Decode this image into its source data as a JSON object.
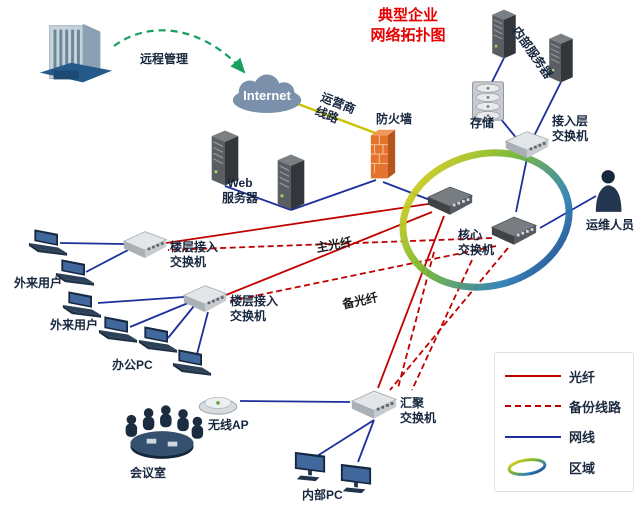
{
  "title": "典型企业\n网络拓扑图",
  "nodes": {
    "remote_management": {
      "label": "远程管理"
    },
    "internet": {
      "label": "Internet"
    },
    "carrier_line": {
      "label": "运营商\n线路"
    },
    "firewall": {
      "label": "防火墙"
    },
    "web_server": {
      "label": "Web\n服务器"
    },
    "internal_server": {
      "label": "内部服务器"
    },
    "storage": {
      "label": "存储"
    },
    "access_layer_switch": {
      "label": "接入层\n交换机"
    },
    "ops_staff": {
      "label": "运维人员"
    },
    "core_switch": {
      "label": "核心\n交换机"
    },
    "floor_access_switch_1": {
      "label": "楼层接入\n交换机"
    },
    "floor_access_switch_2": {
      "label": "楼层接入\n交换机"
    },
    "external_users_1": {
      "label": "外来用户"
    },
    "external_users_2": {
      "label": "外来用户"
    },
    "office_pc": {
      "label": "办公PC"
    },
    "wireless_ap": {
      "label": "无线AP"
    },
    "conference_room": {
      "label": "会议室"
    },
    "aggregation_switch": {
      "label": "汇聚\n交换机"
    },
    "internal_pc": {
      "label": "内部PC"
    }
  },
  "edge_labels": {
    "main_fiber": "主光纤",
    "backup_fiber": "备光纤"
  },
  "legend": {
    "items": [
      {
        "id": "fiber",
        "label": "光纤"
      },
      {
        "id": "backup",
        "label": "备份线路"
      },
      {
        "id": "cable",
        "label": "网线"
      },
      {
        "id": "zone",
        "label": "区域"
      }
    ]
  },
  "colors": {
    "fiber": "#c00000",
    "backup": "#c00000",
    "cable": "#1c2f9c",
    "carrier": "#c9c400",
    "remote": "#18a05f",
    "title": "#e60000"
  },
  "zone_gradient": [
    "#f2d41f",
    "#7ab82e",
    "#2e7fb5",
    "#15337f"
  ]
}
